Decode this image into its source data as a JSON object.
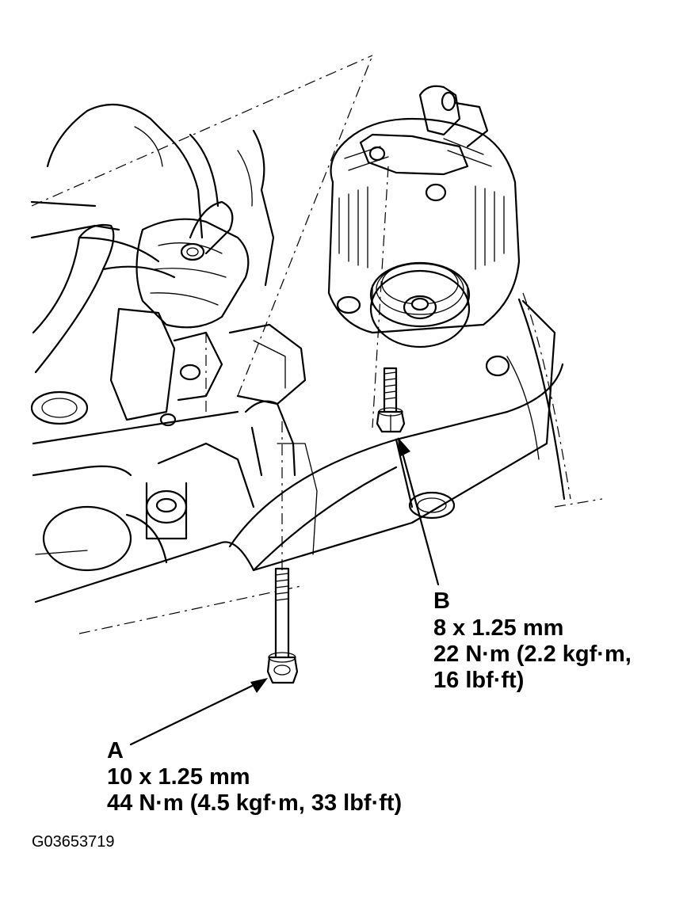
{
  "callouts": {
    "a": {
      "letter": "A",
      "size": "10 x 1.25 mm",
      "torque": "44 N·m (4.5 kgf·m, 33 lbf·ft)"
    },
    "b": {
      "letter": "B",
      "size": "8 x 1.25 mm",
      "torque_line1": "22 N·m (2.2 kgf·m,",
      "torque_line2": "16 lbf·ft)"
    }
  },
  "figure_code": "G03653719",
  "icons": [
    "alternator-icon",
    "bolt-icon",
    "arrow-icon"
  ]
}
